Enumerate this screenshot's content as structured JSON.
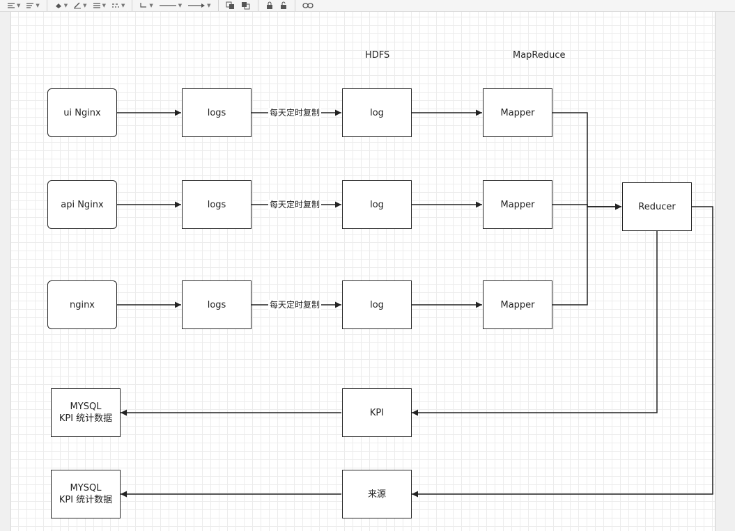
{
  "toolbar": {
    "icons": [
      "align-left-icon",
      "text-align-icon",
      "fill-color-icon",
      "line-color-icon",
      "line-weight-icon",
      "line-dash-icon",
      "connector-icon",
      "line-style-icon",
      "arrow-style-icon",
      "to-front-icon",
      "to-back-icon",
      "lock-icon",
      "unlock-icon",
      "link-icon"
    ]
  },
  "diagram": {
    "headers": {
      "hdfs": "HDFS",
      "mapreduce": "MapReduce"
    },
    "sources": [
      "ui Nginx",
      "api Nginx",
      "nginx"
    ],
    "logs": [
      "logs",
      "logs",
      "logs"
    ],
    "copy_label": "每天定时复制",
    "hdfs_logs": [
      "log",
      "log",
      "log"
    ],
    "mappers": [
      "Mapper",
      "Mapper",
      "Mapper"
    ],
    "reducer": "Reducer",
    "kpi": "KPI",
    "source_stat": "来源",
    "mysql_1": "MYSQL\nKPI 统计数据",
    "mysql_2": "MYSQL\nKPI 统计数据"
  },
  "colors": {
    "stroke": "#222222",
    "grid": "#ececec",
    "canvas": "#ffffff",
    "chrome": "#f0f0f0"
  }
}
